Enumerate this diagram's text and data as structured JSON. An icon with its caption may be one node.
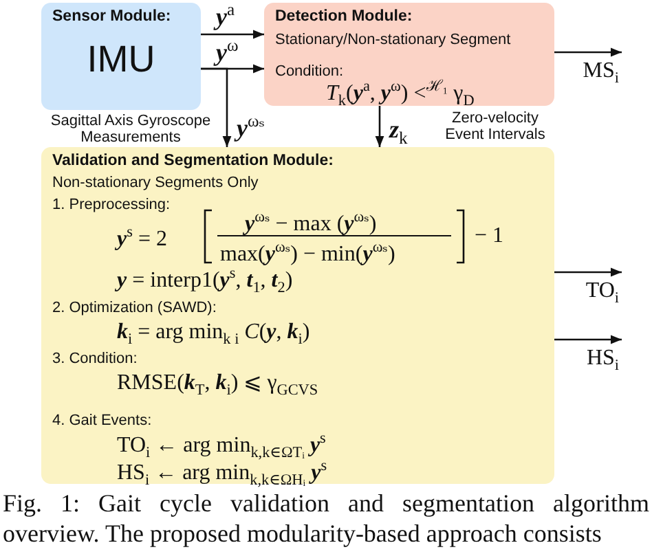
{
  "diagram": {
    "caption": "Fig. 1: Gait cycle validation and segmentation algorithm overview. The proposed modularity-based approach consists",
    "nodes": [
      {
        "text": [
          "Sensor Module:",
          "IMU"
        ]
      },
      {
        "text": [
          "Detection Module:",
          "Stationary/Non-stationary Segment",
          "Condition:",
          "*T*$_{k}$(**y**$^{a}$, **y**$^{ω}$) <$^{ℋ₁}$ γ$_{D}$"
        ]
      },
      {
        "text": [
          "Validation and Segmentation Module:",
          "Non-stationary Segments Only",
          "1. Preprocessing:",
          "**y**$^{s}$ = 2",
          "**y**$^{ωₛ}$ − max (**y**$^{ωₛ}$)",
          "max(**y**$^{ωₛ}$) − min(**y**$^{ωₛ}$)",
          "− 1",
          "**y** = interp1(**y**$^{s}$, **t**$_{1}$, **t**$_{2}$)",
          "2. Optimization (SAWD):",
          "**k**$_{i}$ = arg min$_{k i}$ *C*(**y**, **k**$_{i}$)",
          "3. Condition:",
          "RMSE(**k**$_{T}$, **k**$_{i}$) ⩽ γ$_{GCVS}$",
          "4. Gait Events:",
          "TO$_{i}$ ← arg min$_{k,k∈ΩTᵢ}$ **y**$^{s}$",
          "HS$_{i}$ ← arg min$_{k,k∈ΩHᵢ}$ **y**$^{s}$"
        ]
      },
      {
        "text": [
          "MS$_{i}$"
        ]
      },
      {
        "text": [
          "TO$_{i}$"
        ]
      },
      {
        "text": [
          "HS$_{i}$"
        ]
      }
    ],
    "edges": [
      {
        "from": 0,
        "to": 1,
        "arrow": "to",
        "label": "**y**$^{a}$"
      },
      {
        "from": 0,
        "to": 1,
        "arrow": "to",
        "label": "**y**$^{ω}$"
      },
      {
        "from": 0,
        "to": 2,
        "arrow": "to",
        "label": "**y**$^{ωₛ}$"
      },
      {
        "from": 1,
        "to": 2,
        "arrow": "to",
        "label": "**z**$_{k}$"
      },
      {
        "from": 1,
        "to": 3,
        "arrow": "to"
      },
      {
        "from": 2,
        "to": 4,
        "arrow": "to"
      },
      {
        "from": 2,
        "to": 5,
        "arrow": "to"
      }
    ],
    "labels": [
      "Sagittal Axis Gyroscope Measurements",
      "Zero-velocity Event Intervals"
    ]
  }
}
